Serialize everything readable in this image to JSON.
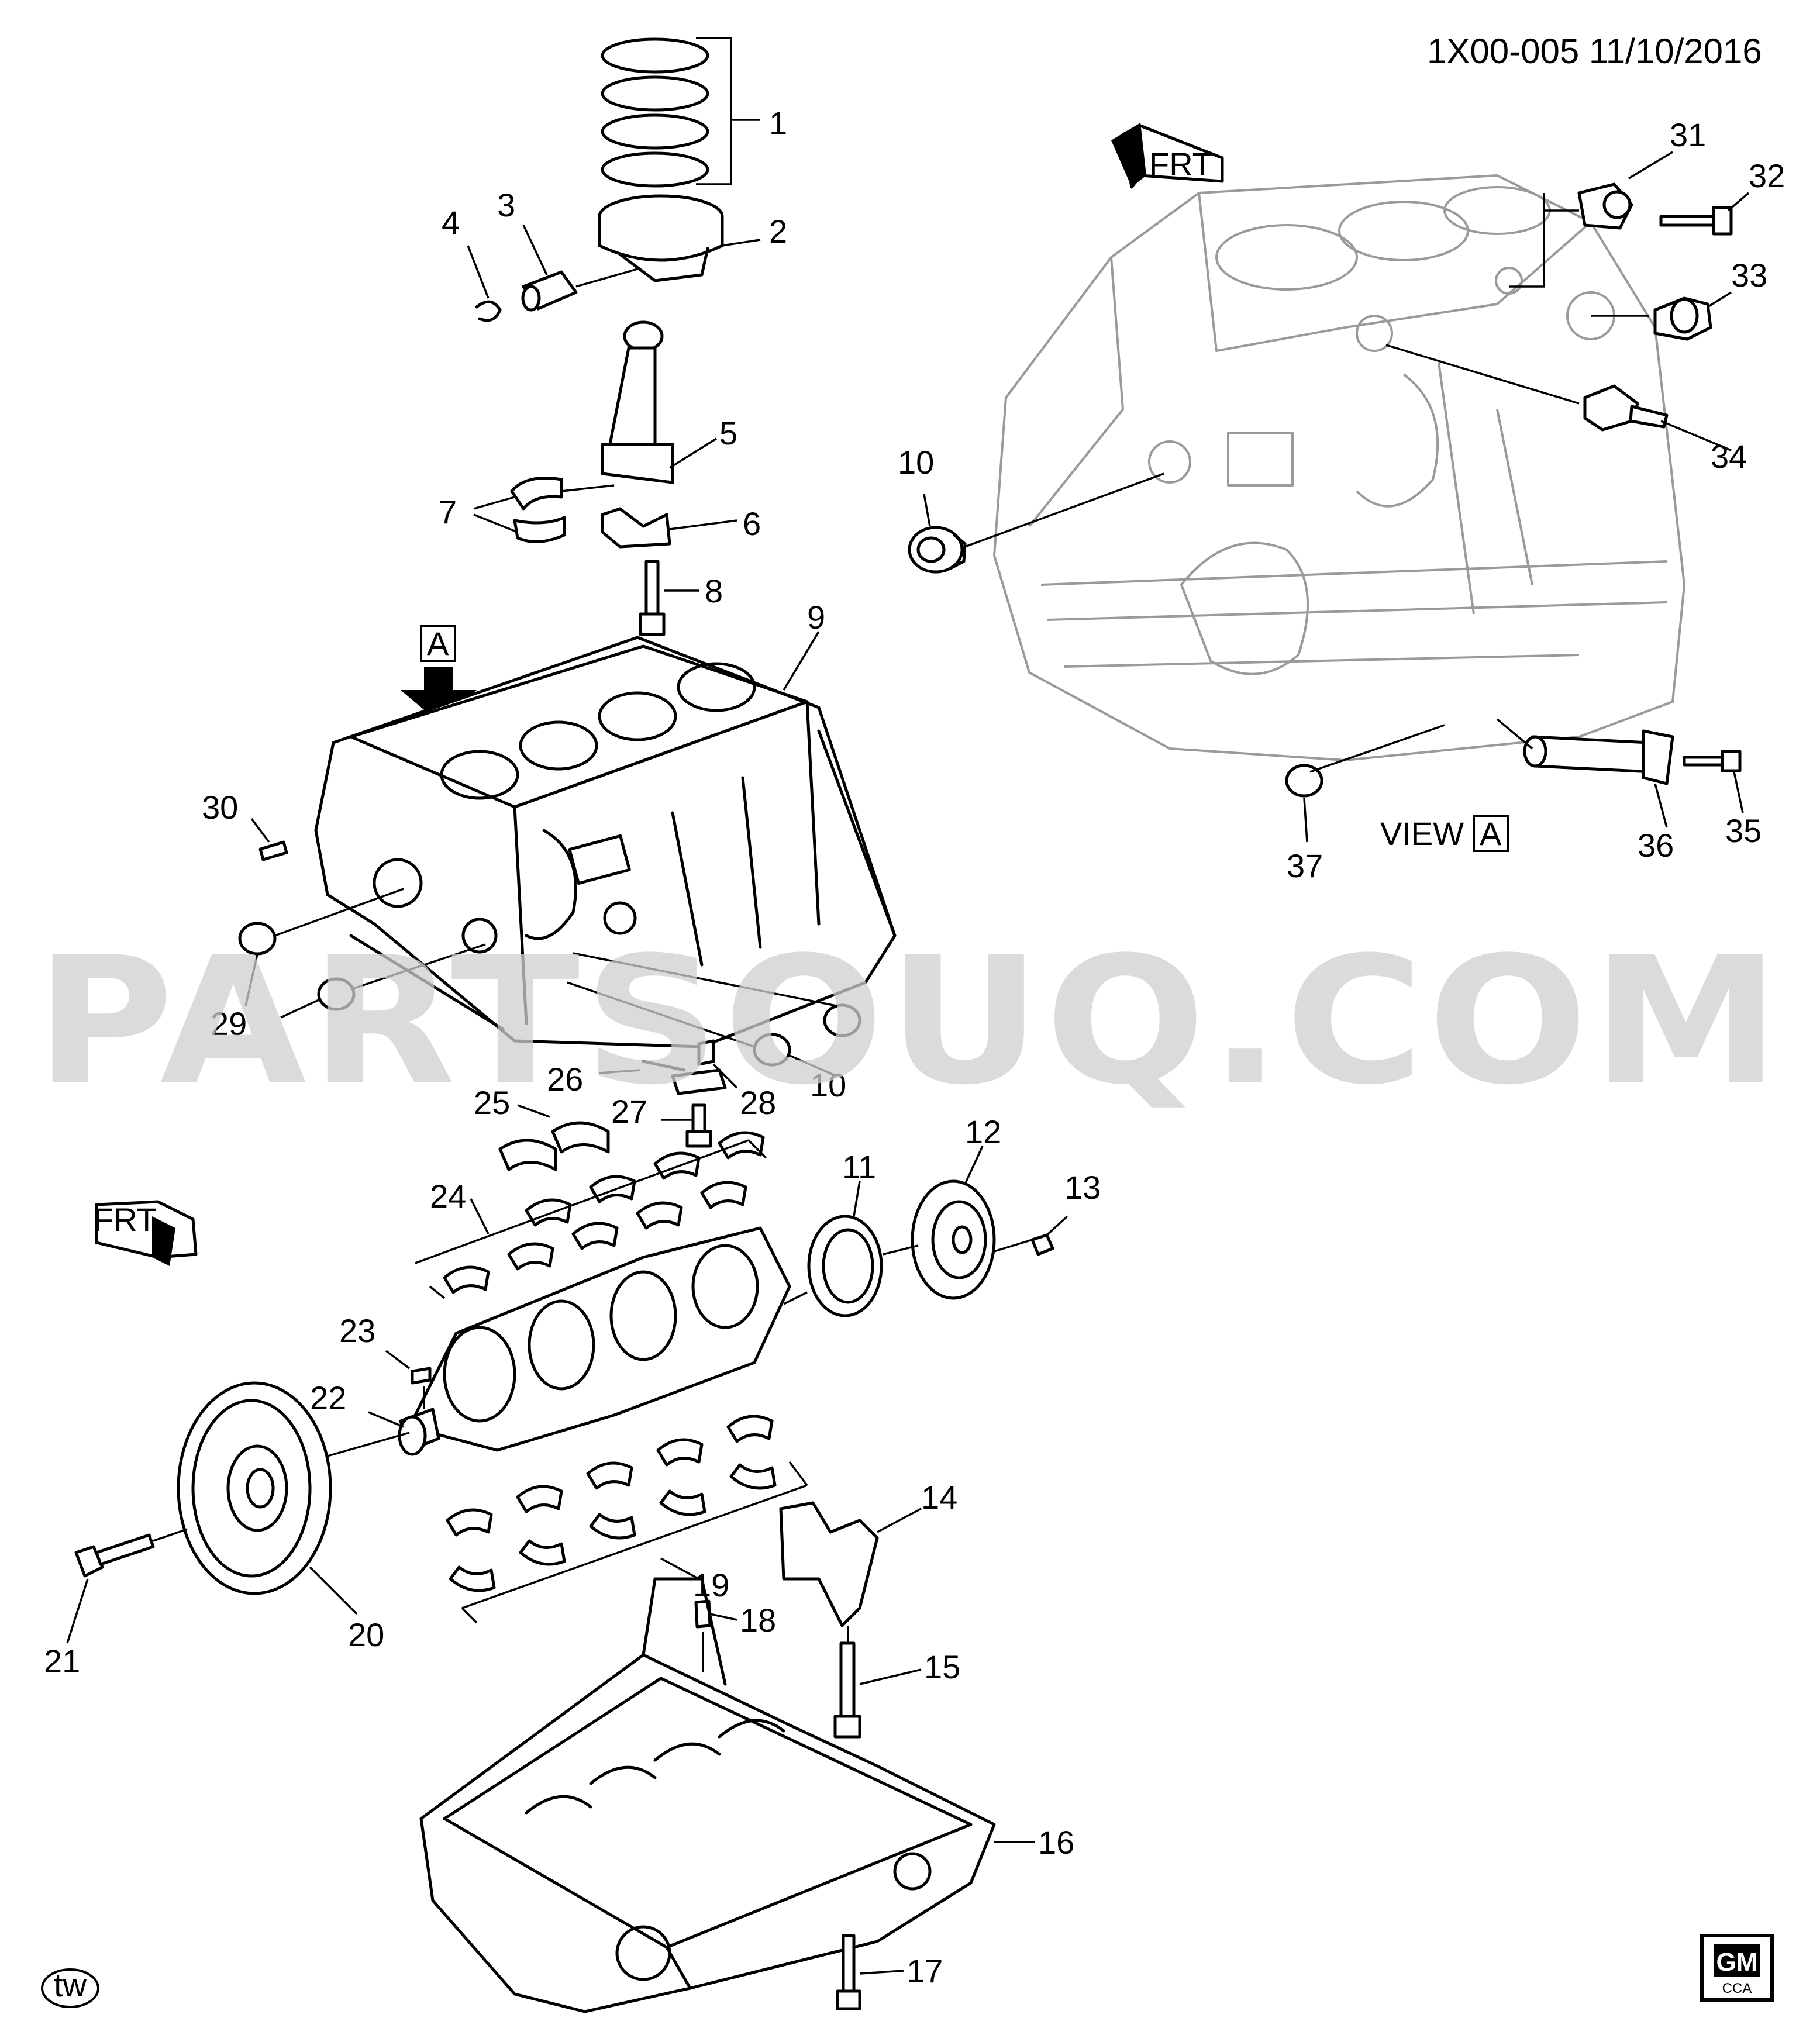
{
  "header": {
    "reference": "1X00-005  11/10/2016"
  },
  "watermark": {
    "text": "PARTSOUQ.COM"
  },
  "view": {
    "label": "VIEW",
    "letter": "A"
  },
  "view_marker": {
    "letter": "A"
  },
  "front_markers": [
    {
      "text": "FRT"
    },
    {
      "text": "FRT"
    }
  ],
  "corner_badges": {
    "tw": "tw",
    "gm": "GM",
    "cca": "CCA"
  },
  "callouts": [
    "1",
    "2",
    "3",
    "4",
    "5",
    "6",
    "7",
    "8",
    "9",
    "10",
    "10",
    "10",
    "11",
    "12",
    "13",
    "14",
    "15",
    "16",
    "17",
    "18",
    "19",
    "20",
    "21",
    "22",
    "23",
    "24",
    "25",
    "26",
    "27",
    "28",
    "29",
    "30",
    "31",
    "32",
    "33",
    "34",
    "35",
    "36",
    "37"
  ],
  "colors": {
    "line": "#000000",
    "ghost": "#9a9a9a",
    "watermark": "#cfcfcf"
  }
}
